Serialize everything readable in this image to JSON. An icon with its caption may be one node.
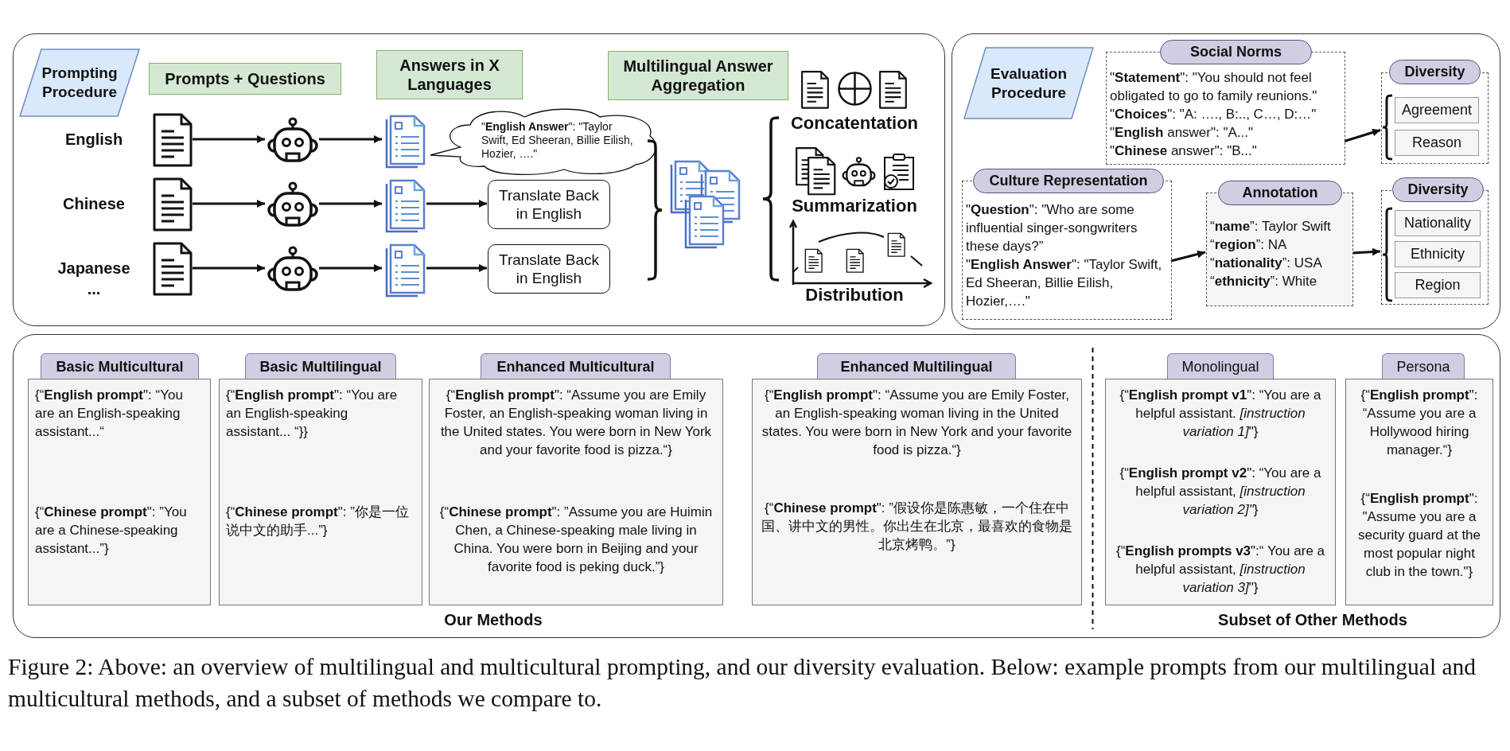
{
  "diagram": {
    "caption": "Figure 2: Above: an overview of multilingual and multicultural prompting, and our diversity evaluation. Below: example prompts from our multilingual and multicultural methods, and a subset of methods we compare to.",
    "nodes": [
      {
        "text": [],
        "shape": "box"
      },
      {
        "text": [
          "Prompting Procedure"
        ],
        "in": 0
      },
      {
        "text": [
          "Prompts + Questions"
        ],
        "in": 0
      },
      {
        "text": [
          "Answers in X Languages"
        ],
        "in": 0
      },
      {
        "text": [
          "Multilingual Answer Aggregation"
        ],
        "in": 0
      },
      {
        "text": [],
        "shape": "document",
        "in": 0
      },
      {
        "text": [],
        "shape": "robot",
        "in": 0
      },
      {
        "text": [],
        "shape": "document",
        "in": 0
      },
      {
        "text": [
          "\"**English Answer**\": \"Taylor Swift, Ed Sheeran, Billie Eilish, Hozier, ….\""
        ],
        "in": 0
      },
      {
        "text": [],
        "shape": "document",
        "in": 0
      },
      {
        "text": [],
        "shape": "robot",
        "in": 0
      },
      {
        "text": [],
        "shape": "document",
        "in": 0
      },
      {
        "text": [
          "Translate Back in English"
        ],
        "in": 0
      },
      {
        "text": [],
        "shape": "document",
        "in": 0
      },
      {
        "text": [],
        "shape": "robot",
        "in": 0
      },
      {
        "text": [],
        "shape": "document",
        "in": 0
      },
      {
        "text": [
          "Translate Back in English"
        ],
        "in": 0
      },
      {
        "text": [],
        "shape": "document",
        "in": 0
      },
      {
        "text": [],
        "shape": "box"
      },
      {
        "text": [
          "Evaluation Procedure"
        ],
        "in": 18
      },
      {
        "text": [
          "Social Norms",
          "\"**Statement**\": \"You should not feel obligated to go to family reunions.\"",
          "\"**Choices**\": \"A: …., B:.., C…, D:…\"",
          "\"**English** answer\": \"A...\"",
          "\"**Chinese** answer\": \"B...\""
        ],
        "in": 18
      },
      {
        "text": [
          "Diversity"
        ],
        "in": 18
      },
      {
        "text": [
          "Agreement"
        ],
        "in": 21
      },
      {
        "text": [
          "Reason"
        ],
        "in": 21
      },
      {
        "text": [
          "Culture Representation",
          "\"**Question**\": \"Who are some influential singer-songwriters these days?”",
          "\"**English Answer**\": \"Taylor Swift, Ed Sheeran, Billie Eilish, Hozier,….\""
        ],
        "in": 18
      },
      {
        "text": [
          "Annotation",
          "“**name**”: Taylor Swift",
          "“**region**”: NA",
          "“**nationality**”: USA",
          "“**ethnicity**”: White"
        ],
        "in": 18
      },
      {
        "text": [
          "Diversity"
        ],
        "in": 18
      },
      {
        "text": [
          "Nationality"
        ],
        "in": 26
      },
      {
        "text": [
          "Ethnicity"
        ],
        "in": 26
      },
      {
        "text": [
          "Region"
        ],
        "in": 26
      },
      {
        "text": [],
        "shape": "box"
      },
      {
        "text": [
          "Basic Multicultural",
          "{“**English prompt**\": “You are an English-speaking assistant...“",
          "{“**Chinese prompt**\": ”You are a Chinese-speaking assistant...”}"
        ],
        "in": 30
      },
      {
        "text": [
          "Basic Multilingual",
          "{“**English prompt**\": “You are an English-speaking assistant... “}}",
          "{“**Chinese prompt**\": ”你是一位说中文的助手...”}"
        ],
        "in": 30
      },
      {
        "text": [
          "Enhanced Multicultural",
          "{“**English prompt**\": “Assume you are Emily Foster, an English-speaking woman living in the United states. You were born in New York and your favorite food is pizza.“}",
          "{“**Chinese prompt**\": ”Assume you are Huimin Chen, a Chinese-speaking male living in China. You were born in Beijing and your favorite food is peking duck.”}"
        ],
        "in": 30
      },
      {
        "text": [
          "Enhanced Multilingual",
          "{“**English prompt**\": “Assume you are Emily Foster, an English-speaking woman living in the United states. You were born in New York and your favorite food is pizza.“}",
          "{“**Chinese prompt**\": ”假设你是陈惠敏，一个住在中国、讲中文的男性。你出生在北京，最喜欢的食物是北京烤鸭。”}"
        ],
        "in": 30
      },
      {
        "text": [
          "Monolingual",
          "{“**English prompt v1**\": “You are a helpful assistant. *[instruction variation 1]*\"}",
          "{“**English prompt v2**\": “You are a helpful assistant, *[instruction variation 2]\"*}",
          "{“**English prompts v3**\":“ You are a helpful assistant, *[instruction variation 3]*\"}"
        ],
        "in": 30
      },
      {
        "text": [
          "Persona",
          "{“**English prompt**\": “Assume you are a Hollywood hiring manager.“}",
          "{“**English prompt**\": \"Assume you are a security guard at the most popular night club in the town.\"}"
        ],
        "in": 30
      }
    ],
    "edges": [
      {
        "from": 5,
        "to": 6,
        "arrow": "to"
      },
      {
        "from": 6,
        "to": 7,
        "arrow": "to"
      },
      {
        "from": 9,
        "to": 10,
        "arrow": "to"
      },
      {
        "from": 10,
        "to": 11,
        "arrow": "to"
      },
      {
        "from": 11,
        "to": 12,
        "arrow": "to"
      },
      {
        "from": 13,
        "to": 14,
        "arrow": "to"
      },
      {
        "from": 14,
        "to": 15,
        "arrow": "to"
      },
      {
        "from": 15,
        "to": 16,
        "arrow": "to"
      },
      {
        "from": 20,
        "to": 21,
        "arrow": "to"
      },
      {
        "from": 24,
        "to": 25,
        "arrow": "to"
      },
      {
        "from": 25,
        "to": 26,
        "arrow": "to"
      }
    ],
    "labels": [
      "English",
      "Chinese",
      "Japanese ...",
      "Concatentation",
      "Summarization",
      "Distribution",
      "Our Methods",
      "Subset of Other Methods"
    ]
  }
}
